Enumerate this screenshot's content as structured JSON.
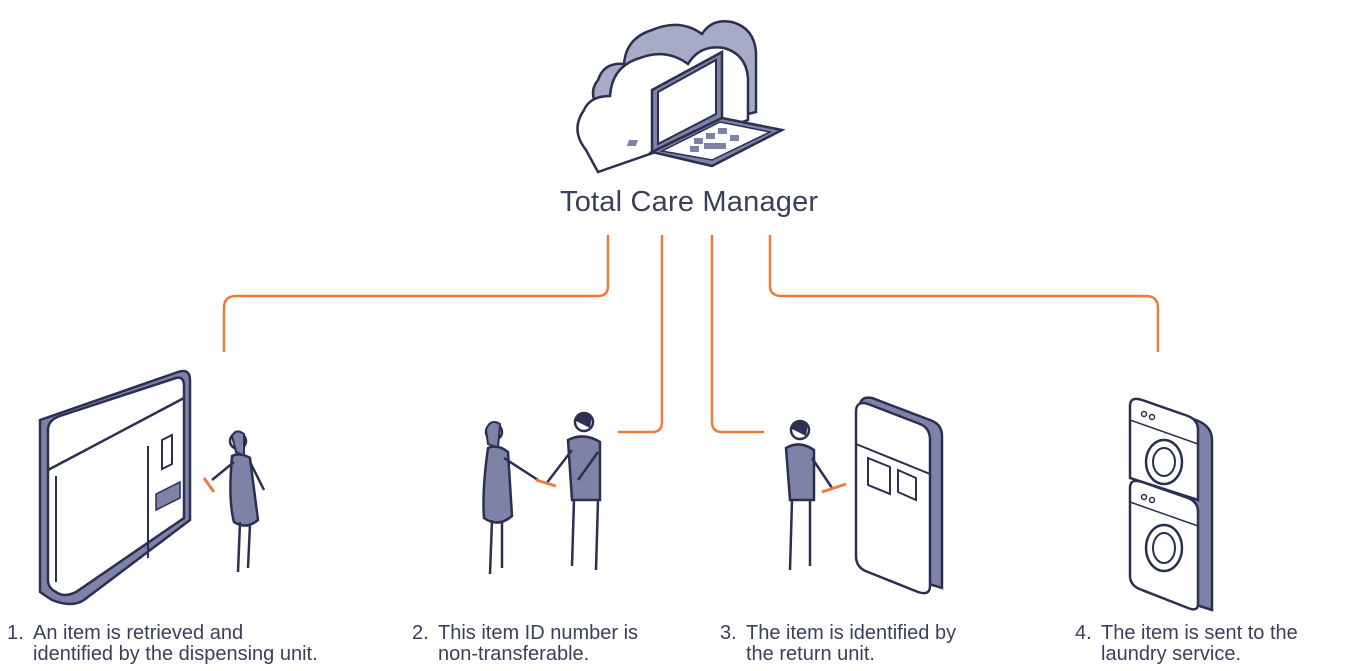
{
  "title": "Total Care Manager",
  "colors": {
    "accent": "#f07a3a",
    "ink": "#2b3050",
    "fill": "#7d82a6",
    "fill_light": "#a7abc6"
  },
  "icons": [
    "cloud-icon",
    "laptop-icon",
    "dispensing-unit-icon",
    "person-icon",
    "return-unit-icon",
    "washing-machine-icon"
  ],
  "steps": [
    {
      "num": "1.",
      "line1": "An item is retrieved and",
      "line2": "identified by the dispensing unit."
    },
    {
      "num": "2.",
      "line1": "This item ID number is",
      "line2": "non-transferable."
    },
    {
      "num": "3.",
      "line1": "The item is identified by",
      "line2": "the return unit."
    },
    {
      "num": "4.",
      "line1": "The item is sent to the",
      "line2": "laundry service."
    }
  ]
}
